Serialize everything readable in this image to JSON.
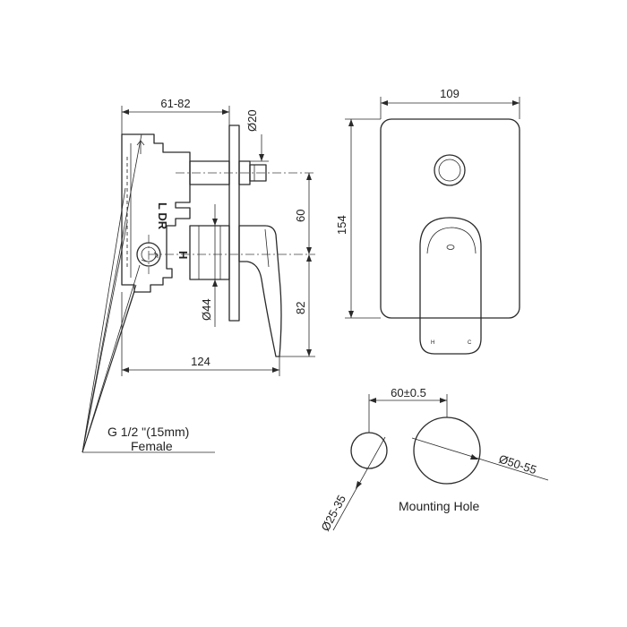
{
  "side_view": {
    "depth_range": "61-82",
    "outlet_diameter": "Ø20",
    "height_60": "60",
    "height_82": "82",
    "body_diameter": "Ø44",
    "overall_depth": "124",
    "body_letters": "L DR",
    "hot_marker": "H"
  },
  "front_view": {
    "plate_width": "109",
    "plate_height": "154",
    "lever_hot": "H",
    "lever_cold": "C"
  },
  "connection": {
    "thread": "G 1/2 \"(15mm)",
    "type": "Female"
  },
  "mounting": {
    "centers": "60±0.5",
    "small_hole": "Ø25-35",
    "large_hole": "Ø50-55",
    "caption": "Mounting Hole"
  }
}
